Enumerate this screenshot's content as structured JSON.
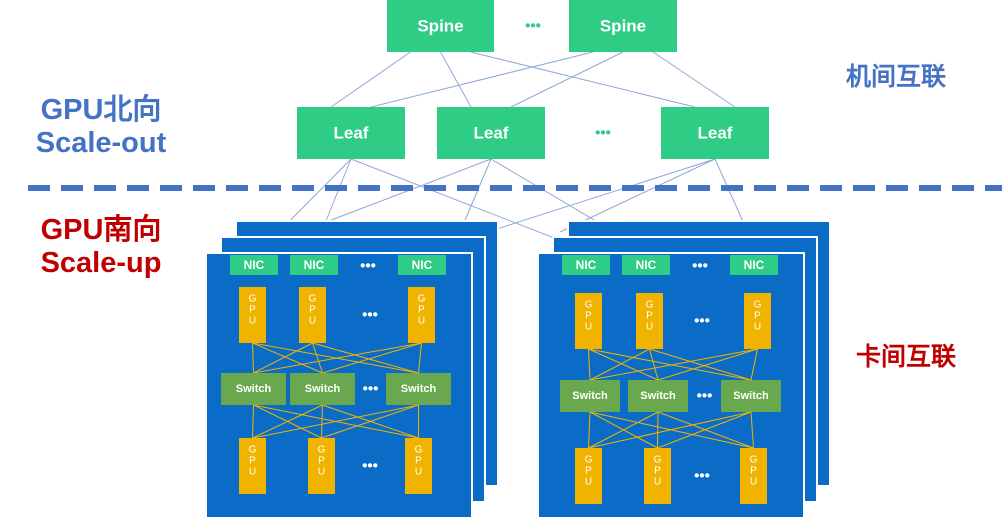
{
  "labels": {
    "scale_out_line1": "GPU北向",
    "scale_out_line2": "Scale-out",
    "scale_up_line1": "GPU南向",
    "scale_up_line2": "Scale-up",
    "inter_node": "机间互联",
    "intra_node": "卡间互联"
  },
  "spine": {
    "label": "Spine"
  },
  "leaf": {
    "label": "Leaf"
  },
  "nic": {
    "label": "NIC"
  },
  "gpu": {
    "label": "GPU"
  },
  "switch": {
    "label": "Switch"
  },
  "ellipsis": "•••",
  "colors": {
    "node_green": "#2ecc85",
    "node_text": "#ffffff",
    "link_line": "#8fa8d8",
    "dashed_divider": "#4472c4",
    "server_blue": "#0a6cc7",
    "server_border": "#ffffff",
    "nic_green": "#2ecc85",
    "gpu_yellow": "#f0b400",
    "switch_green": "#6aa84f",
    "mesh_line": "#f0b400",
    "scale_out_text": "#4472c4",
    "scale_up_text": "#c00000"
  }
}
